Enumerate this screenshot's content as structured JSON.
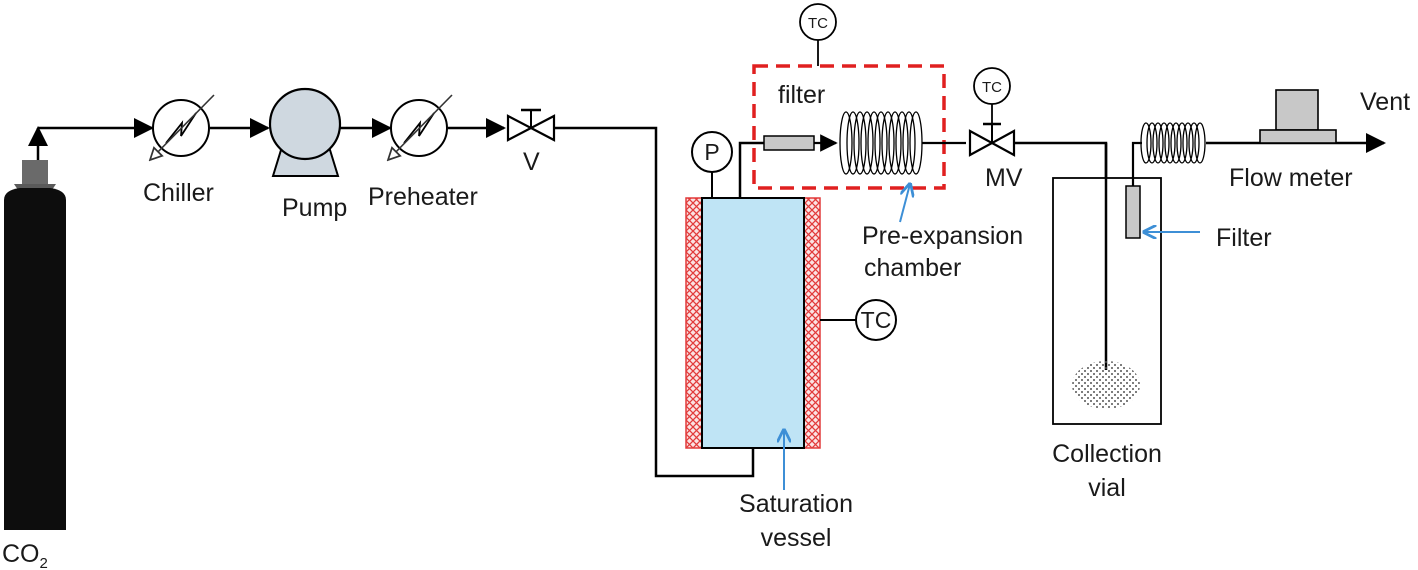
{
  "labels": {
    "co2": "CO",
    "co2_sub": "2",
    "chiller": "Chiller",
    "pump": "Pump",
    "preheater": "Preheater",
    "valve": "V",
    "pressure": "P",
    "tc_top": "TC",
    "tc_side": "TC",
    "tc_mv": "TC",
    "filter_top": "filter",
    "preexp_line1": "Pre-expansion",
    "preexp_line2": "chamber",
    "mv": "MV",
    "sat_line1": "Saturation",
    "sat_line2": "vessel",
    "collection_line1": "Collection",
    "collection_line2": "vial",
    "filter_right": "Filter",
    "flow_meter": "Flow meter",
    "vent": "Vent"
  },
  "colors": {
    "line": "#000000",
    "vessel_fill": "#bfe4f5",
    "heater_red": "#e23b3b",
    "dashed_box": "#e02020",
    "arrow_blue": "#3d8fd6",
    "pump_fill": "#cfd8e0",
    "gray_fill": "#c8c8c8",
    "dark_fill": "#0d0d0d"
  }
}
